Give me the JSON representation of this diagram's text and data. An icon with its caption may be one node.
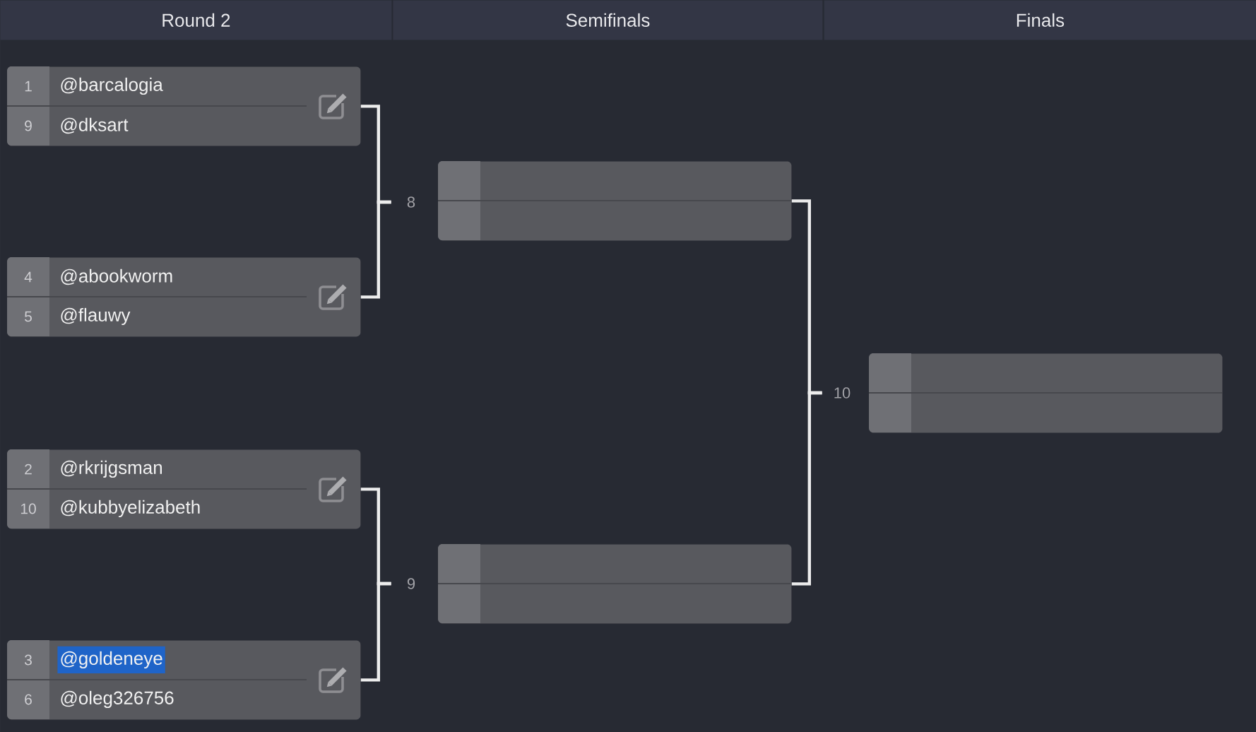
{
  "diagram": {
    "nodes": [
      {
        "text": [
          "1",
          "@barcalogia",
          "9",
          "@dksart"
        ]
      },
      {
        "text": [
          "4",
          "@abookworm",
          "5",
          "@flauwy"
        ]
      },
      {
        "text": [
          "2",
          "@rkrijgsman",
          "10",
          "@kubbyelizabeth"
        ]
      },
      {
        "text": [
          "3",
          "@goldeneye",
          "6",
          "@oleg326756"
        ]
      },
      {
        "text": [
          "8"
        ]
      },
      {
        "text": [],
        "shape": "box"
      },
      {
        "text": [
          "9"
        ]
      },
      {
        "text": [],
        "shape": "box"
      },
      {
        "text": [
          "10"
        ]
      },
      {
        "text": [],
        "shape": "box"
      }
    ],
    "edges": [
      {
        "from": 0,
        "to": 4,
        "arrow": "none"
      },
      {
        "from": 1,
        "to": 4,
        "arrow": "none"
      },
      {
        "from": 2,
        "to": 6,
        "arrow": "none"
      },
      {
        "from": 3,
        "to": 6,
        "arrow": "none"
      },
      {
        "from": 5,
        "to": 8,
        "arrow": "none"
      },
      {
        "from": 7,
        "to": 8,
        "arrow": "none"
      }
    ],
    "labels": [
      "Round 2",
      "Semifinals",
      "Finals"
    ]
  }
}
